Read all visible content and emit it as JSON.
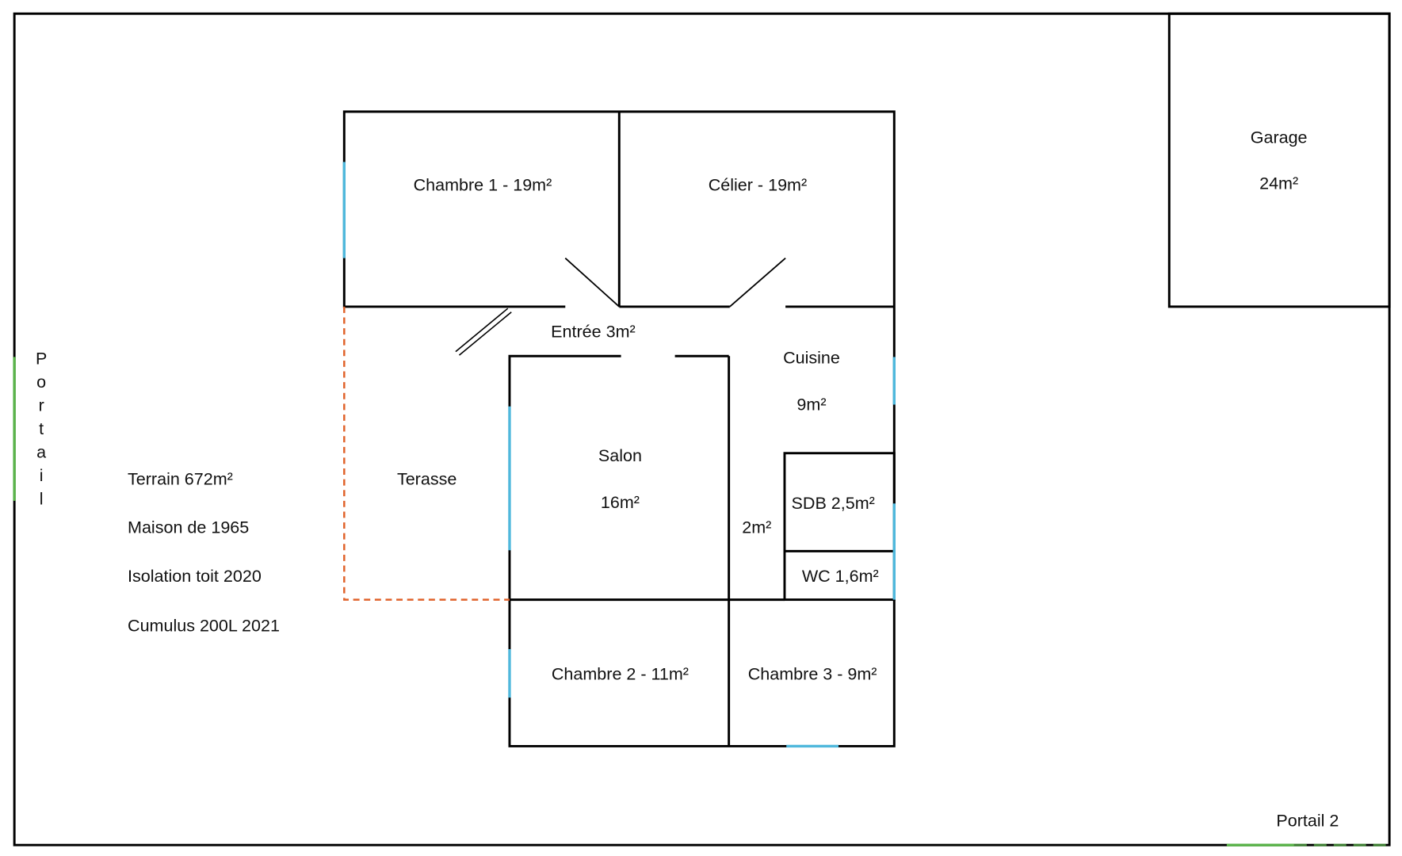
{
  "rooms": {
    "chambre1": "Chambre 1 - 19m²",
    "celier": "Célier - 19m²",
    "garage": "Garage",
    "garage_area": "24m²",
    "entree": "Entrée 3m²",
    "cuisine": "Cuisine",
    "cuisine_area": "9m²",
    "terasse": "Terasse",
    "salon": "Salon",
    "salon_area": "16m²",
    "couloir_area": "2m²",
    "sdb": "SDB 2,5m²",
    "wc": "WC 1,6m²",
    "chambre2": "Chambre 2 - 11m²",
    "chambre3": "Chambre 3 - 9m²"
  },
  "portail_letters": [
    "P",
    "o",
    "r",
    "t",
    "a",
    "i",
    "l"
  ],
  "portail2": "Portail 2",
  "info": [
    "Terrain 672m²",
    "Maison de 1965",
    "Isolation toit 2020",
    "Cumulus 200L 2021"
  ],
  "colors": {
    "wall": "#000000",
    "window": "#4fb8dc",
    "gate": "#5ab34a",
    "terrace": "#e0622a"
  }
}
